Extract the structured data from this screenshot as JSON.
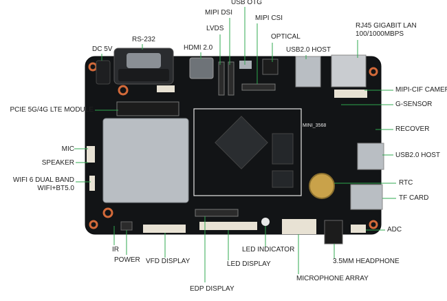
{
  "colors": {
    "board": "#121416",
    "board_edge": "#0a0b0c",
    "leader": "#2fa84f",
    "label_text": "#222222",
    "pad_ring": "#d36a3a",
    "shield": "#b9bec3",
    "gold": "#c9a24a"
  },
  "labels": {
    "usb_otg": "USB OTG",
    "mipi_dsi": "MIPI DSI",
    "mipi_csi": "MIPI CSI",
    "lvds": "LVDS",
    "optical": "OPTICAL",
    "rs232": "RS-232",
    "hdmi": "HDMI 2.0",
    "dc5v": "DC 5V",
    "usb2_host_top": "USB2.0 HOST",
    "rj45_line1": "RJ45 GIGABIT LAN",
    "rj45_line2": "100/1000MBPS",
    "mipi_cif": "MIPI-CIF CAMERA",
    "g_sensor": "G-SENSOR",
    "recover": "RECOVER",
    "usb2_host_right": "USB2.0 HOST",
    "rtc": "RTC",
    "tf_card": "TF CARD",
    "adc": "ADC",
    "headphone": "3.5MM HEADPHONE",
    "mic_array": "MICROPHONE ARRAY",
    "led_indicator": "LED INDICATOR",
    "led_display": "LED DISPLAY",
    "edp_display": "EDP DISPLAY",
    "vfd_display": "VFD DISPLAY",
    "power": "POWER",
    "ir": "IR",
    "wifi_line1": "WIFI 6 DUAL BAND",
    "wifi_line2": "WIFI+BT5.0",
    "speaker": "SPEAKER",
    "mic": "MIC",
    "pcie": "PCIE 5G/4G LTE MODULE"
  },
  "board_silkscreen": {
    "model": "MINI_3568"
  }
}
